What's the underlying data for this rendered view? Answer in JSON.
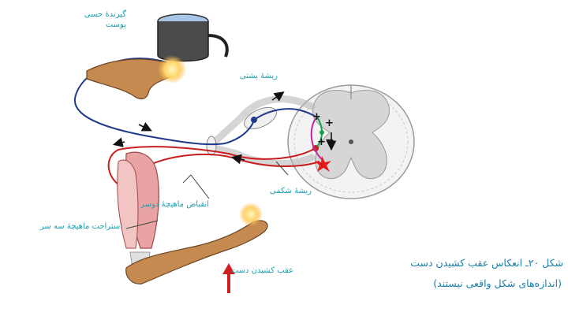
{
  "labels": {
    "skin_receptor_line1": "گیرندهٔ حسی",
    "skin_receptor_line2": "پوست",
    "dorsal_root": "ریشهٔ پشتی",
    "ventral_root": "ریشهٔ شکمی",
    "biceps_contraction": "انقباض ماهیچهٔ دوسر",
    "triceps_relaxation": "استراحت ماهیچهٔ سه سر",
    "hand_withdrawal": "عقب کشیدن دست",
    "plus_sign": "+",
    "minus_sign": "−"
  },
  "caption": {
    "title": "شکل ۲۰ـ انعکاس عقب کشیدن دست",
    "note": "(اندازه‌های شکل واقعی نیستند)"
  },
  "colors": {
    "sensory_neuron": "#1e3a8a",
    "motor_neuron": "#c81e1e",
    "excitatory_interneuron": "#15a34a",
    "inhibitory_interneuron": "#c026a3",
    "label_text": "#1a9fb0",
    "caption_text": "#1a7fa6",
    "skin": "#c48a4f",
    "muscle": "#e9a3a3"
  }
}
